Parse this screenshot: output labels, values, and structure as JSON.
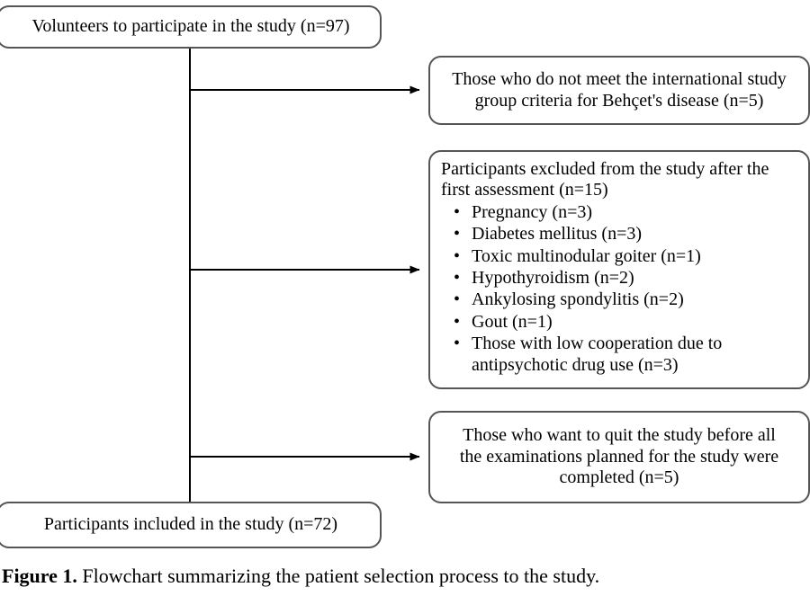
{
  "figure": {
    "caption_label": "Figure 1.",
    "caption_text": " Flowchart summarizing the patient selection process to the study."
  },
  "colors": {
    "box_border": "#555555",
    "connector": "#000000",
    "background": "#ffffff",
    "text": "#000000"
  },
  "flowchart": {
    "start_box": {
      "label": "Volunteers to participate in the study (n=97)"
    },
    "end_box": {
      "label": "Participants included in the study (n=72)"
    },
    "exclusions": [
      {
        "id": "criteria-not-met",
        "line1": "Those who do not meet the international study",
        "line2": "group criteria for Behçet's disease (n=5)"
      },
      {
        "id": "excluded-after-first-assessment",
        "intro_line1": "Participants excluded from the study after the",
        "intro_line2": "first assessment (n=15)",
        "bullet_glyph": "•",
        "items": [
          {
            "line1": "Pregnancy (n=3)",
            "line2": ""
          },
          {
            "line1": "Diabetes mellitus (n=3)",
            "line2": ""
          },
          {
            "line1": "Toxic multinodular goiter (n=1)",
            "line2": ""
          },
          {
            "line1": "Hypothyroidism (n=2)",
            "line2": ""
          },
          {
            "line1": "Ankylosing spondylitis (n=2)",
            "line2": ""
          },
          {
            "line1": "Gout (n=1)",
            "line2": ""
          },
          {
            "line1": "Those with low cooperation due to",
            "line2": "antipsychotic drug use (n=3)"
          }
        ]
      },
      {
        "id": "quit-before-completion",
        "line1": "Those who want to quit the study before all",
        "line2": "the examinations planned for the study were",
        "line3": "completed (n=5)"
      }
    ]
  }
}
